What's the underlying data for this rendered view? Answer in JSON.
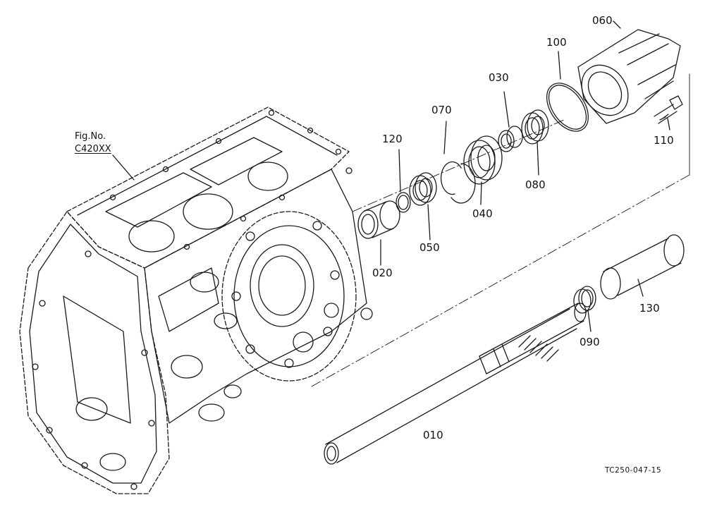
{
  "diagram": {
    "figure_ref": {
      "label": "Fig.No.",
      "number": "C420XX"
    },
    "drawing_code": "TC250-047-15",
    "line_color": "#1a1a1a",
    "background": "#ffffff",
    "callouts": [
      {
        "id": "010",
        "text": "010"
      },
      {
        "id": "020",
        "text": "020"
      },
      {
        "id": "030",
        "text": "030"
      },
      {
        "id": "040",
        "text": "040"
      },
      {
        "id": "050",
        "text": "050"
      },
      {
        "id": "060",
        "text": "060"
      },
      {
        "id": "070",
        "text": "070"
      },
      {
        "id": "080",
        "text": "080"
      },
      {
        "id": "090",
        "text": "090"
      },
      {
        "id": "100",
        "text": "100"
      },
      {
        "id": "110",
        "text": "110"
      },
      {
        "id": "120",
        "text": "120"
      },
      {
        "id": "130",
        "text": "130"
      }
    ]
  }
}
